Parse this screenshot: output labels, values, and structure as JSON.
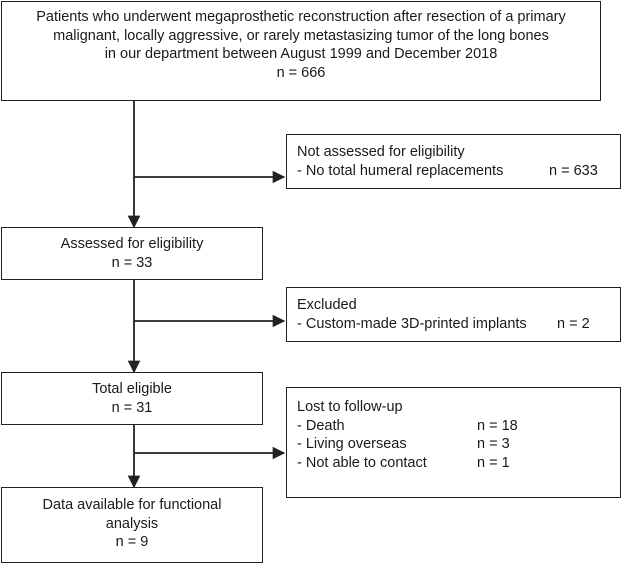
{
  "boxes": {
    "top": {
      "lines": [
        "Patients who underwent megaprosthetic reconstruction after resection of a primary",
        "malignant, locally aggressive, or rarely metastasizing tumor of the long bones",
        "in our department between August 1999 and December 2018",
        "n = 666"
      ]
    },
    "assessed": {
      "lines": [
        "Assessed for eligibility",
        "n = 33"
      ]
    },
    "total_eligible": {
      "lines": [
        "Total eligible",
        "n = 31"
      ]
    },
    "data_available": {
      "lines": [
        "Data available for functional",
        "analysis",
        "n = 9"
      ]
    },
    "not_assessed": {
      "title": "Not assessed for eligibility",
      "items": [
        {
          "label": "- No total humeral replacements",
          "n": "n = 633"
        }
      ]
    },
    "excluded": {
      "title": "Excluded",
      "items": [
        {
          "label": "- Custom-made 3D-printed implants",
          "n": "n = 2"
        }
      ]
    },
    "lost": {
      "title": "Lost to follow-up",
      "items": [
        {
          "label": "- Death",
          "n": "n = 18"
        },
        {
          "label": "- Living overseas",
          "n": "n = 3"
        },
        {
          "label": "- Not able to contact",
          "n": "n = 1"
        }
      ]
    }
  }
}
